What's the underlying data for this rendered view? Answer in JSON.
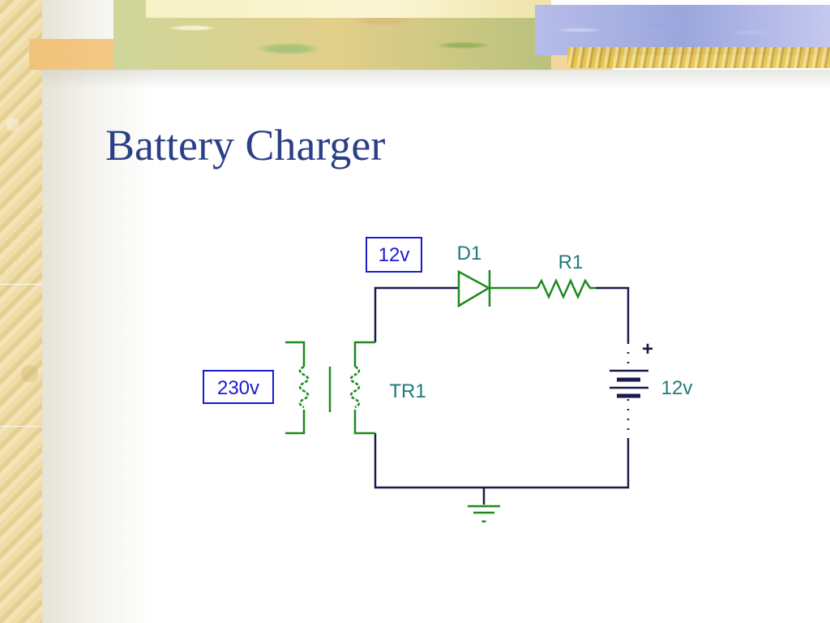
{
  "slide": {
    "title": "Battery Charger"
  },
  "circuit": {
    "labels": {
      "primary_voltage": "230v",
      "secondary_voltage": "12v",
      "diode": "D1",
      "resistor": "R1",
      "transformer": "TR1",
      "battery_voltage": "12v",
      "battery_plus": "+",
      "ground_minus": "-"
    }
  },
  "colors": {
    "title": "#2b3f86",
    "wire": "#1a1a4a",
    "component": "#1e8a1e",
    "label_text": "#1f7a7a",
    "box_border": "#1a1ad0",
    "box_text": "#1a1ad0"
  }
}
